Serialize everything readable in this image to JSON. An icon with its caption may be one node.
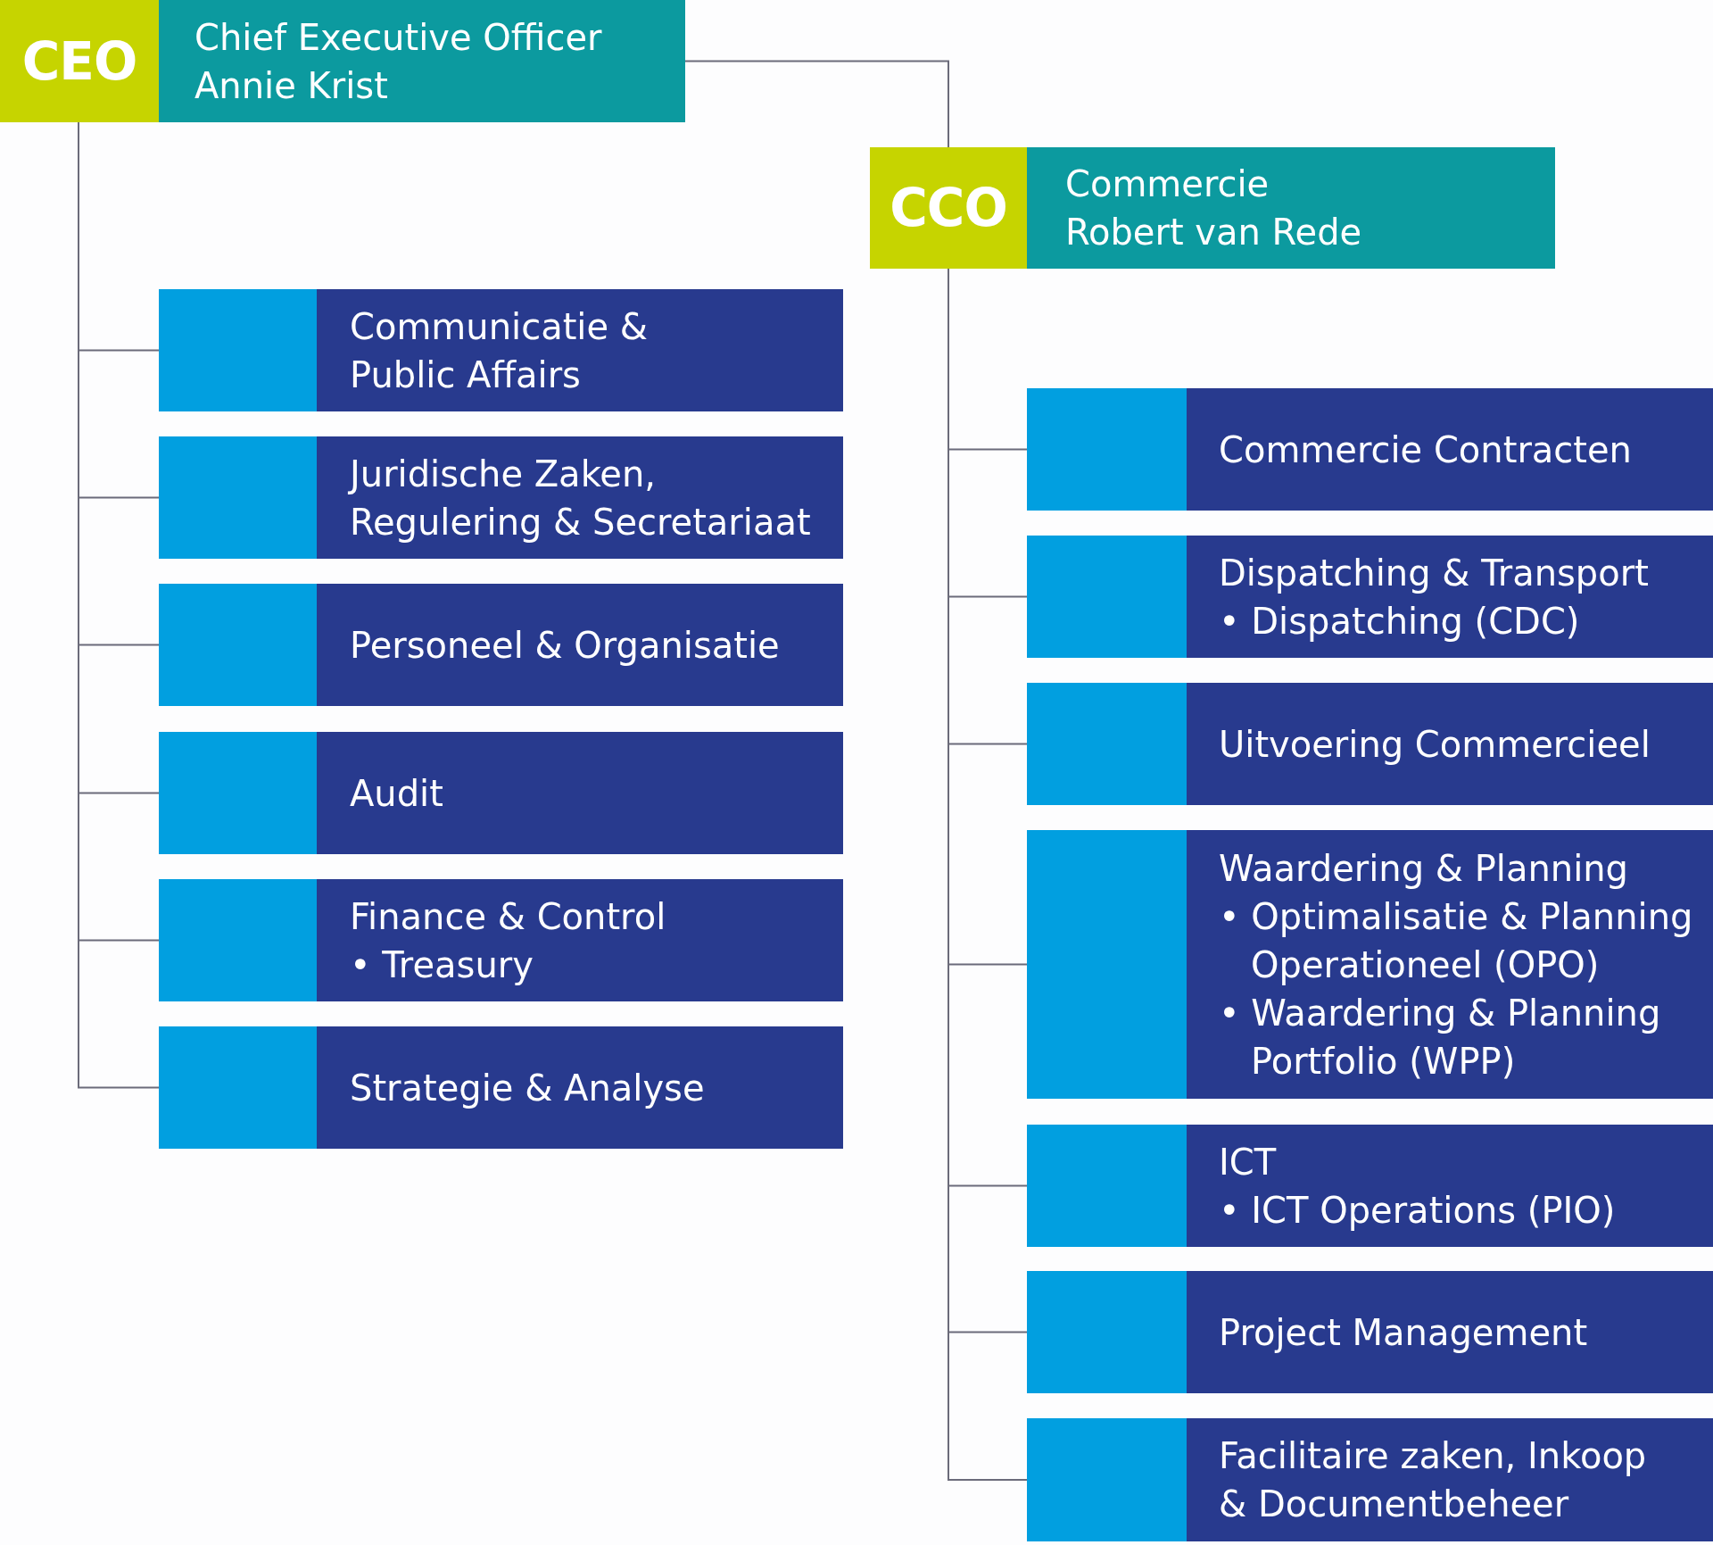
{
  "diagram": {
    "nodes": [
      {
        "text": [
          "CEO",
          "Chief Executive Officer",
          "Annie Krist"
        ]
      },
      {
        "text": [
          "CCO",
          "Commercie",
          "Robert van Rede"
        ]
      },
      {
        "text": [
          "Communicatie & Public Affairs"
        ]
      },
      {
        "text": [
          "Juridische Zaken, Regulering & Secretariaat"
        ]
      },
      {
        "text": [
          "Personeel & Organisatie"
        ]
      },
      {
        "text": [
          "Audit"
        ]
      },
      {
        "text": [
          "Finance & Control",
          "• Treasury"
        ]
      },
      {
        "text": [
          "Strategie & Analyse"
        ]
      },
      {
        "text": [
          "Commercie Contracten"
        ]
      },
      {
        "text": [
          "Dispatching & Transport",
          "• Dispatching (CDC)"
        ]
      },
      {
        "text": [
          "Uitvoering Commercieel"
        ]
      },
      {
        "text": [
          "Waardering & Planning",
          "• Optimalisatie & Planning Operationeel (OPO)",
          "• Waardering & Planning Portfolio (WPP)"
        ]
      },
      {
        "text": [
          "ICT",
          "• ICT Operations (PIO)"
        ]
      },
      {
        "text": [
          "Project Management"
        ]
      },
      {
        "text": [
          "Facilitaire zaken, Inkoop & Documentbeheer"
        ]
      }
    ],
    "edges": [
      {
        "from": 0,
        "to": 1,
        "arrow": "none"
      },
      {
        "from": 0,
        "to": 2,
        "arrow": "none"
      },
      {
        "from": 0,
        "to": 3,
        "arrow": "none"
      },
      {
        "from": 0,
        "to": 4,
        "arrow": "none"
      },
      {
        "from": 0,
        "to": 5,
        "arrow": "none"
      },
      {
        "from": 0,
        "to": 6,
        "arrow": "none"
      },
      {
        "from": 0,
        "to": 7,
        "arrow": "none"
      },
      {
        "from": 1,
        "to": 8,
        "arrow": "none"
      },
      {
        "from": 1,
        "to": 9,
        "arrow": "none"
      },
      {
        "from": 1,
        "to": 10,
        "arrow": "none"
      },
      {
        "from": 1,
        "to": 11,
        "arrow": "none"
      },
      {
        "from": 1,
        "to": 12,
        "arrow": "none"
      },
      {
        "from": 1,
        "to": 13,
        "arrow": "none"
      },
      {
        "from": 1,
        "to": 14,
        "arrow": "none"
      }
    ]
  }
}
